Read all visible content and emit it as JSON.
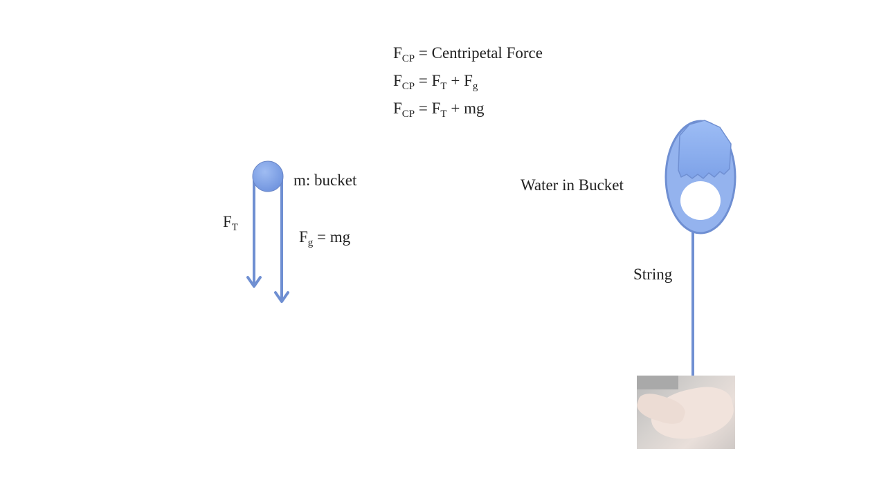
{
  "equations": [
    {
      "main": "F",
      "sub": "CP",
      "rest": " = Centripetal Force"
    },
    {
      "main": "F",
      "sub": "CP",
      "rest": " = F",
      "sub2": "T",
      "rest2": " + F",
      "sub3": "g"
    },
    {
      "main": "F",
      "sub": "CP",
      "rest": " = F",
      "sub2": "T",
      "rest2": " + mg"
    }
  ],
  "left_diagram": {
    "mass_label": "m: bucket",
    "tension_label_main": "F",
    "tension_label_sub": "T",
    "gravity_label_main": "F",
    "gravity_label_sub": "g",
    "gravity_label_rest": " = mg"
  },
  "right_diagram": {
    "bucket_label": "Water in Bucket",
    "string_label": "String"
  },
  "colors": {
    "accent": "#7b9bd6",
    "accent_dark": "#6a86c6",
    "water": "#8fb1ef"
  }
}
